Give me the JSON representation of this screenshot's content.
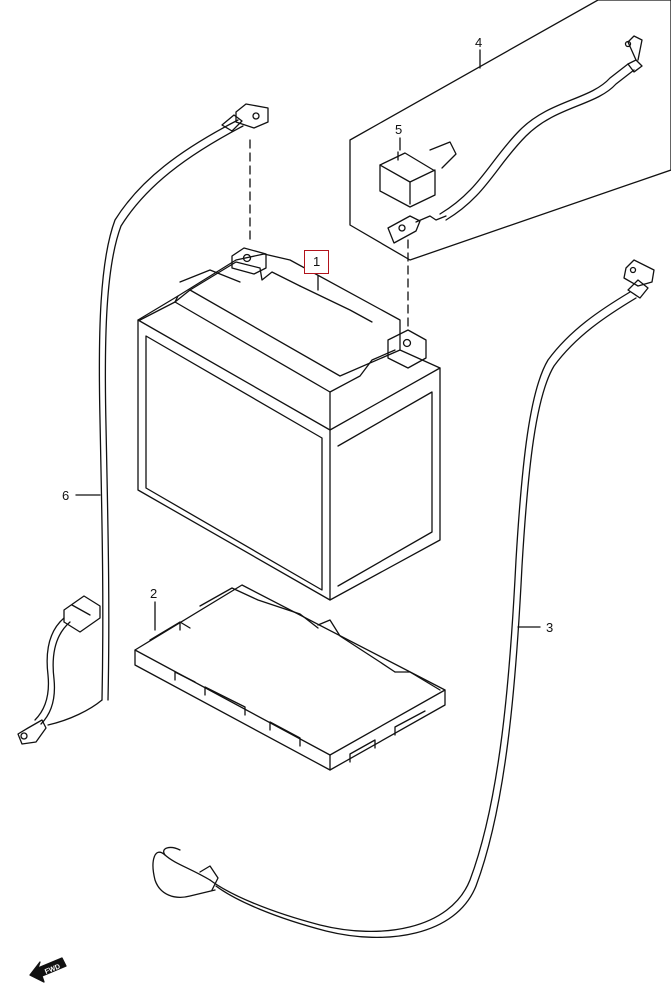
{
  "callouts": {
    "c1": "1",
    "c2": "2",
    "c3": "3",
    "c4": "4",
    "c5": "5",
    "c6": "6"
  },
  "highlight_color": "#b2131b",
  "fwd_label": "FWD"
}
